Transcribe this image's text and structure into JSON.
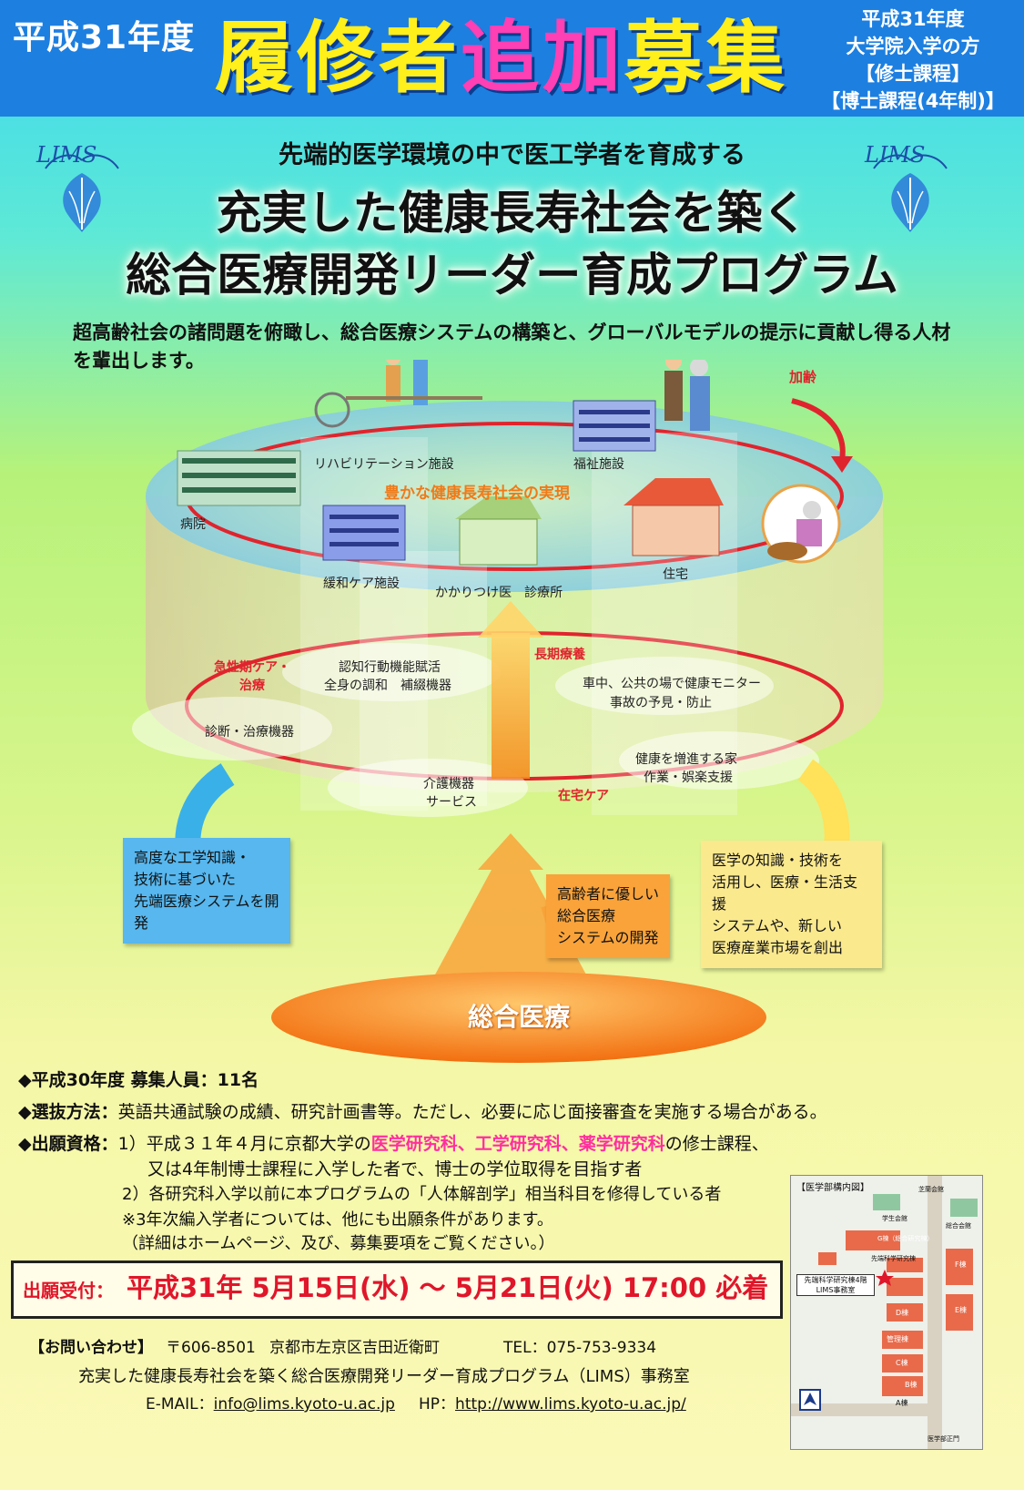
{
  "header": {
    "era": "平成31年度",
    "title_part1": "履修者",
    "title_part2": "追加",
    "title_part3": "募集",
    "target": [
      "平成31年度",
      "大学院入学の方",
      "【修士課程】",
      "【博士課程(4年制)】"
    ]
  },
  "logo_text": "LIMS",
  "subtitle": "先端的医学環境の中で医工学者を育成する",
  "title_line1": "充実した健康長寿社会を築く",
  "title_line2": "総合医療開発リーダー育成プログラム",
  "lead": "超高齢社会の諸問題を俯瞰し、総合医療システムの構築と、グローバルモデルの提示に貢献し得る人材を輩出します。",
  "diagram": {
    "aging": "加齢",
    "society": "豊かな健康長寿社会の実現",
    "hospital": "病院",
    "rehab": "リハビリテーション施設",
    "welfare": "福祉施設",
    "palliative": "緩和ケア施設",
    "clinic": "かかりつけ医　診療所",
    "home": "住宅",
    "acute_care": "急性期ケア・治療",
    "long_term": "長期療養",
    "home_care": "在宅ケア",
    "diag_devices": "診断・治療機器",
    "cognitive_1": "認知行動機能賦活",
    "cognitive_2": "全身の調和　補綴機器",
    "monitor_1": "車中、公共の場で健康モニター",
    "monitor_2": "事故の予見・防止",
    "care_1": "介護機器",
    "care_2": "サービス",
    "health_home_1": "健康を増進する家",
    "health_home_2": "作業・娯楽支援",
    "box_left": [
      "高度な工学知識・",
      "技術に基づいた",
      "先端医療システムを開発"
    ],
    "box_center": [
      "高齢者に優しい",
      "総合医療",
      "システムの開発"
    ],
    "box_right": [
      "医学の知識・技術を",
      "活用し、医療・生活支援",
      "システムや、新しい",
      "医療産業市場を創出"
    ],
    "base": "総合医療"
  },
  "recruit": {
    "year_label": "◆平成30年度 募集人員：",
    "count": "11名",
    "method_label": "◆選抜方法：",
    "method": "英語共通試験の成績、研究計画書等。ただし、必要に応じ面接審査を実施する場合がある。",
    "qual_label": "◆出願資格：",
    "q1_prefix": "1）平成３１年４月に京都大学の",
    "q1_schools": "医学研究科、工学研究科、薬学研究科",
    "q1_suffix": "の修士課程、",
    "q1_line2": "又は4年制博士課程に入学した者で、博士の学位取得を目指す者",
    "q2": "2）各研究科入学以前に本プログラムの「人体解剖学」相当科目を修得している者",
    "note1": "※3年次編入学者については、他にも出願条件があります。",
    "note2": "（詳細はホームページ、及び、募集要項をご覧ください。）"
  },
  "deadline": {
    "label": "出願受付：",
    "value": "平成31年 5月15日(水) ～ 5月21日(火) 17:00 必着"
  },
  "contact": {
    "label": "【お問い合わせ】",
    "postal": "〒606-8501",
    "address": "京都市左京区吉田近衛町",
    "tel": "TEL：075-753-9334",
    "office": "充実した健康長寿社会を築く総合医療開発リーダー育成プログラム（LIMS）事務室",
    "email_label": "E-MAIL：",
    "email": "info@lims.kyoto-u.ac.jp",
    "hp_label": "HP：",
    "hp": "http://www.lims.kyoto-u.ac.jp/"
  },
  "map": {
    "title": "【医学部構内図】",
    "office_label_1": "先端科学研究棟4階",
    "office_label_2": "LIMS事務室",
    "bldg_g": "G棟（総合研究棟）",
    "bldg_d": "D棟",
    "bldg_c": "C棟",
    "bldg_b": "B棟",
    "bldg_a": "A棟",
    "bldg_f": "F棟",
    "bldg_e": "E棟",
    "admin": "管理棟",
    "student_hall": "学生会館",
    "shiran": "芝蘭会館",
    "conf": "総合会館",
    "sentan": "先端科学研究棟",
    "gate": "医学部正門"
  },
  "colors": {
    "header_bg": "#1d7fe0",
    "title_yellow": "#ffef1a",
    "title_pink": "#ff3fb4",
    "accent_red": "#e0162a"
  }
}
